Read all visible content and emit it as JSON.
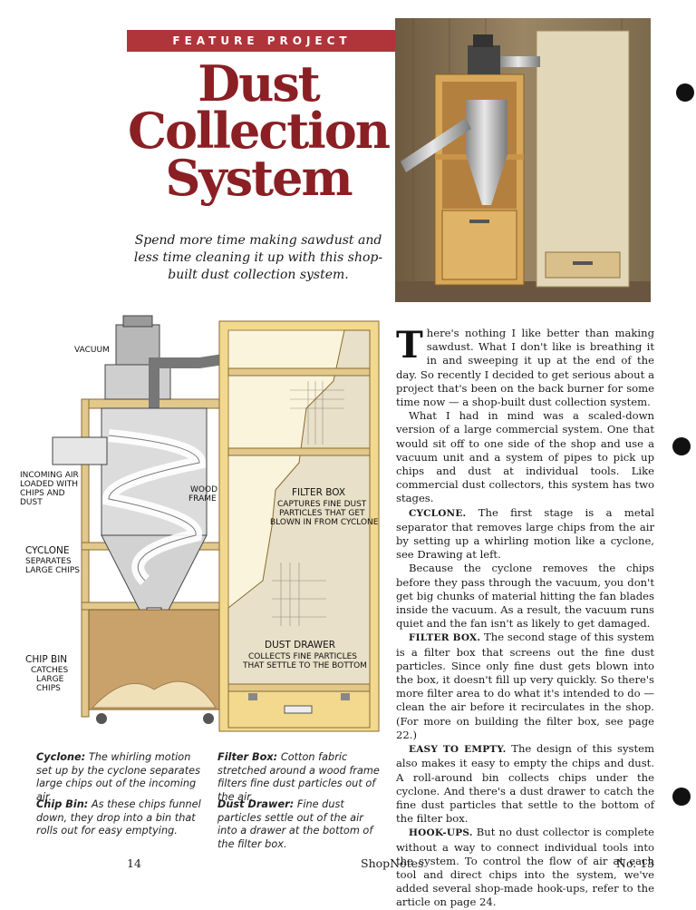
{
  "header": {
    "banner": "FEATURE PROJECT",
    "title_lines": [
      "Dust",
      "Collection",
      "System"
    ],
    "subtitle": "Spend more time making sawdust and less time cleaning it up with this shop-built dust collection system."
  },
  "diagram": {
    "labels": {
      "vacuum": "VACUUM",
      "incoming_1": "INCOMING AIR",
      "incoming_2": "LOADED WITH",
      "incoming_3": "CHIPS AND",
      "incoming_4": "DUST",
      "wood_1": "WOOD",
      "wood_2": "FRAME",
      "cyclone_title": "CYCLONE",
      "cyclone_1": "SEPARATES",
      "cyclone_2": "LARGE CHIPS",
      "filter_title": "FILTER BOX",
      "filter_1": "CAPTURES FINE DUST",
      "filter_2": "PARTICLES THAT GET",
      "filter_3": "BLOWN IN FROM CYCLONE",
      "chipbin_title": "CHIP BIN",
      "chipbin_1": "CATCHES",
      "chipbin_2": "LARGE",
      "chipbin_3": "CHIPS",
      "drawer_title": "DUST DRAWER",
      "drawer_1": "COLLECTS FINE PARTICLES",
      "drawer_2": "THAT SETTLE TO THE BOTTOM"
    }
  },
  "captions": {
    "cyclone": {
      "term": "Cyclone:",
      "text": "The whirling motion set up by the cyclone separates large chips out of the incoming air."
    },
    "filter_box": {
      "term": "Filter Box:",
      "text": "Cotton fabric stretched around a wood frame filters fine dust particles out of the air."
    },
    "chip_bin": {
      "term": "Chip Bin:",
      "text": "As these chips funnel down, they drop into a bin that rolls out for easy emptying."
    },
    "dust_drawer": {
      "term": "Dust Drawer:",
      "text": "Fine dust particles settle out of the air into a drawer at the bottom of the filter box."
    }
  },
  "article": {
    "drop_cap": "T",
    "p1": "here's nothing I like better than making sawdust. What I don't like is breathing it in and sweeping it up at the end of the day. So recently I decided to get serious about a project that's been on the back burner for some time now — a shop-built dust collection system.",
    "p2": "What I had in mind was a scaled-down version of a large commercial system. One that would sit off to one side of the shop and use a vacuum unit and a system of pipes to pick up chips and dust at individual tools. Like commercial dust collectors, this system has two stages.",
    "p3_runin": "CYCLONE.",
    "p3": " The first stage is a metal separator that removes large chips from the air by setting up a whirling motion like a cyclone, see Drawing at left.",
    "p4": "Because the cyclone removes the chips before they pass through the vacuum, you don't get big chunks of material hitting the fan blades inside the vacuum. As a result, the vacuum runs quiet and the fan isn't as likely to get damaged.",
    "p5_runin": "FILTER BOX.",
    "p5": " The second stage of this system is a filter box that screens out the fine dust particles. Since only fine dust gets blown into the box, it doesn't fill up very quickly. So there's more filter area to do what it's intended to do — clean the air before it recirculates in the shop. (For more on building the filter box, see page 22.)",
    "p6_runin": "EASY TO EMPTY.",
    "p6": " The design of this system also makes it easy to empty the chips and dust. A roll-around bin collects chips under the cyclone. And there's a dust drawer to catch the fine dust particles that settle to the bottom of the filter box.",
    "p7_runin": "HOOK-UPS.",
    "p7": " But no dust collector is complete without a way to connect individual tools into the system. To control the flow of air at each tool and direct chips into the system, we've added several shop-made hook-ups, refer to the article on page 24."
  },
  "footer": {
    "page_number": "14",
    "publication": "ShopNotes",
    "issue": "No. 13"
  }
}
